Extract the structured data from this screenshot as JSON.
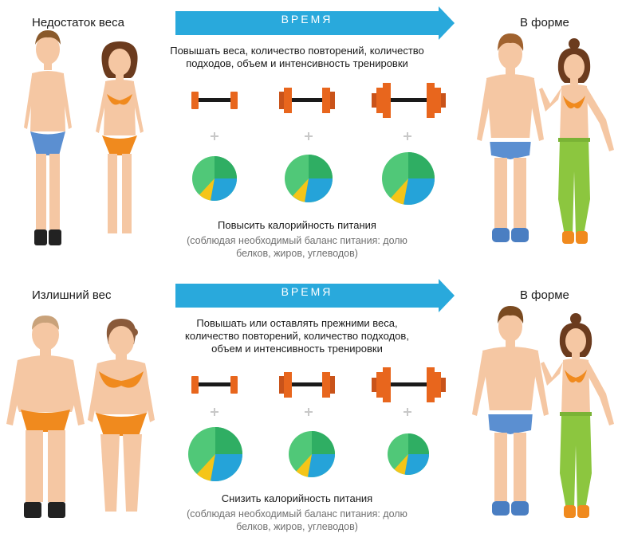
{
  "sections": [
    {
      "start_label": "Недостаток веса",
      "end_label": "В форме",
      "arrow_label": "ВРЕМЯ",
      "instruction_lines": [
        "Повышать веса, количество повторений, количество",
        "подходов, объем и интенсивность тренировки"
      ],
      "calorie_main": "Повысить калорийность питания",
      "calorie_sub_lines": [
        "(соблюдая необходимый баланс питания: долю",
        "белков, жиров, углеводов)"
      ],
      "stages": [
        {
          "plates": 1,
          "pie_size": "small"
        },
        {
          "plates": 2,
          "pie_size": "medium"
        },
        {
          "plates": 3,
          "pie_size": "large"
        }
      ]
    },
    {
      "start_label": "Излишний вес",
      "end_label": "В форме",
      "arrow_label": "ВРЕМЯ",
      "instruction_lines": [
        "Повышать или оставлять прежними веса,",
        "количество повторений, количество подходов,",
        "объем и интенсивность тренировки"
      ],
      "calorie_main": "Снизить калорийность питания",
      "calorie_sub_lines": [
        "(соблюдая необходимый баланс питания: долю",
        "белков, жиров, углеводов)"
      ],
      "stages": [
        {
          "plates": 1,
          "pie_size": "large"
        },
        {
          "plates": 2,
          "pie_size": "medium"
        },
        {
          "plates": 3,
          "pie_size": "small"
        }
      ]
    }
  ],
  "colors": {
    "arrow": "#29a9dc",
    "plate": "#e8661d",
    "plate_dark": "#c9531a",
    "bar": "#1a1a1a",
    "pie_protein": "#2fae63",
    "pie_carbs": "#50c878",
    "pie_fat": "#f5c518",
    "pie_blue": "#25a3d9",
    "skin": "#f5c7a3",
    "swim_orange": "#f08a1e",
    "swim_blue": "#5b8fd1",
    "leggings": "#8cc63f"
  },
  "icons": [
    "barbell-icon",
    "plus-icon",
    "pie-chart-icon",
    "arrow-right-icon",
    "person-icon"
  ]
}
